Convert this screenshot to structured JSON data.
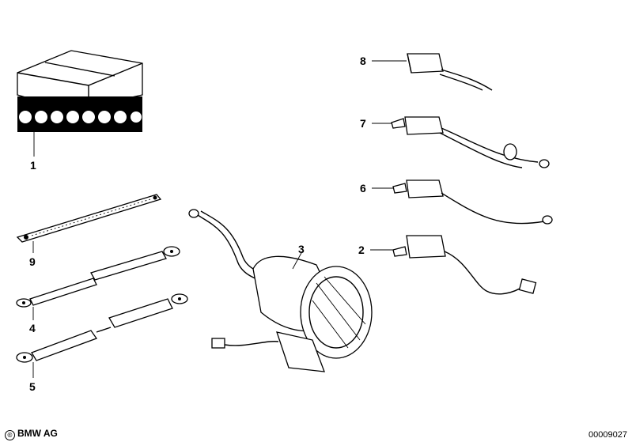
{
  "callouts": [
    {
      "id": "1",
      "label": "1"
    },
    {
      "id": "2",
      "label": "2"
    },
    {
      "id": "3",
      "label": "3"
    },
    {
      "id": "4",
      "label": "4"
    },
    {
      "id": "5",
      "label": "5"
    },
    {
      "id": "6",
      "label": "6"
    },
    {
      "id": "7",
      "label": "7"
    },
    {
      "id": "8",
      "label": "8"
    },
    {
      "id": "9",
      "label": "9"
    }
  ],
  "footer": {
    "copyright_symbol": "©",
    "copyright_text": "BMW AG",
    "document_number": "00009027"
  }
}
